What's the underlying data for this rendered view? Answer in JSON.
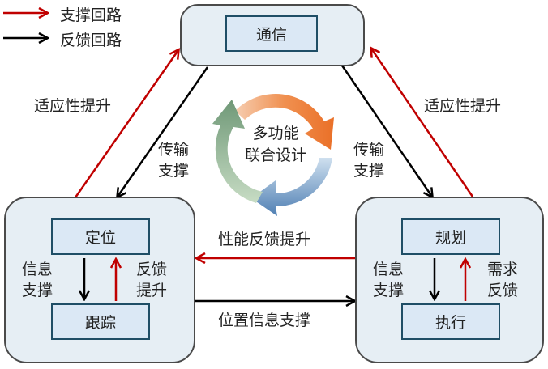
{
  "legend": {
    "items": [
      {
        "label": "支撑回路",
        "color": "#c00000",
        "icon": "red-arrow-right"
      },
      {
        "label": "反馈回路",
        "color": "#000000",
        "icon": "black-arrow-right"
      }
    ]
  },
  "colors": {
    "support": "#c00000",
    "feedback": "#000000",
    "outer_fill": "#e6eef4",
    "inner_fill": "#dbe8f5",
    "inner_border": "#1f4e66",
    "cycle_orange": "#ed7d31",
    "cycle_blue": "#5b87b8",
    "cycle_green": "#7fa483"
  },
  "nodes": {
    "communication": {
      "label": "通信"
    },
    "left": {
      "top": "定位",
      "bottom": "跟踪",
      "down_label": [
        "信息",
        "支撑"
      ],
      "up_label": [
        "反馈",
        "提升"
      ]
    },
    "right": {
      "top": "规划",
      "bottom": "执行",
      "down_label": [
        "信息",
        "支撑"
      ],
      "up_label": [
        "需求",
        "反馈"
      ]
    }
  },
  "center": {
    "line1": "多功能",
    "line2": "联合设计"
  },
  "edges": {
    "left_adaptive": "适应性提升",
    "right_adaptive": "适应性提升",
    "left_transmit": [
      "传输",
      "支撑"
    ],
    "right_transmit": [
      "传输",
      "支撑"
    ],
    "performance_feedback": "性能反馈提升",
    "position_support": "位置信息支撑"
  }
}
